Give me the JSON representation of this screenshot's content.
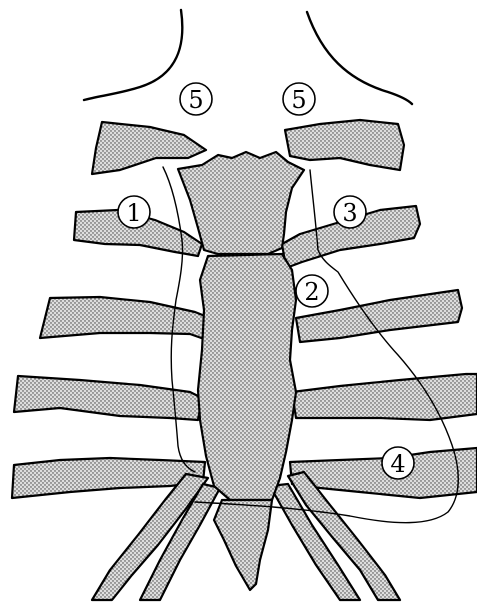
{
  "diagram": {
    "markers": [
      {
        "id": "left-upper",
        "label": "5"
      },
      {
        "id": "right-upper",
        "label": "5"
      },
      {
        "id": "left-second",
        "label": "1"
      },
      {
        "id": "right-second",
        "label": "3"
      },
      {
        "id": "right-sternal",
        "label": "2"
      },
      {
        "id": "right-lower",
        "label": "4"
      }
    ]
  }
}
